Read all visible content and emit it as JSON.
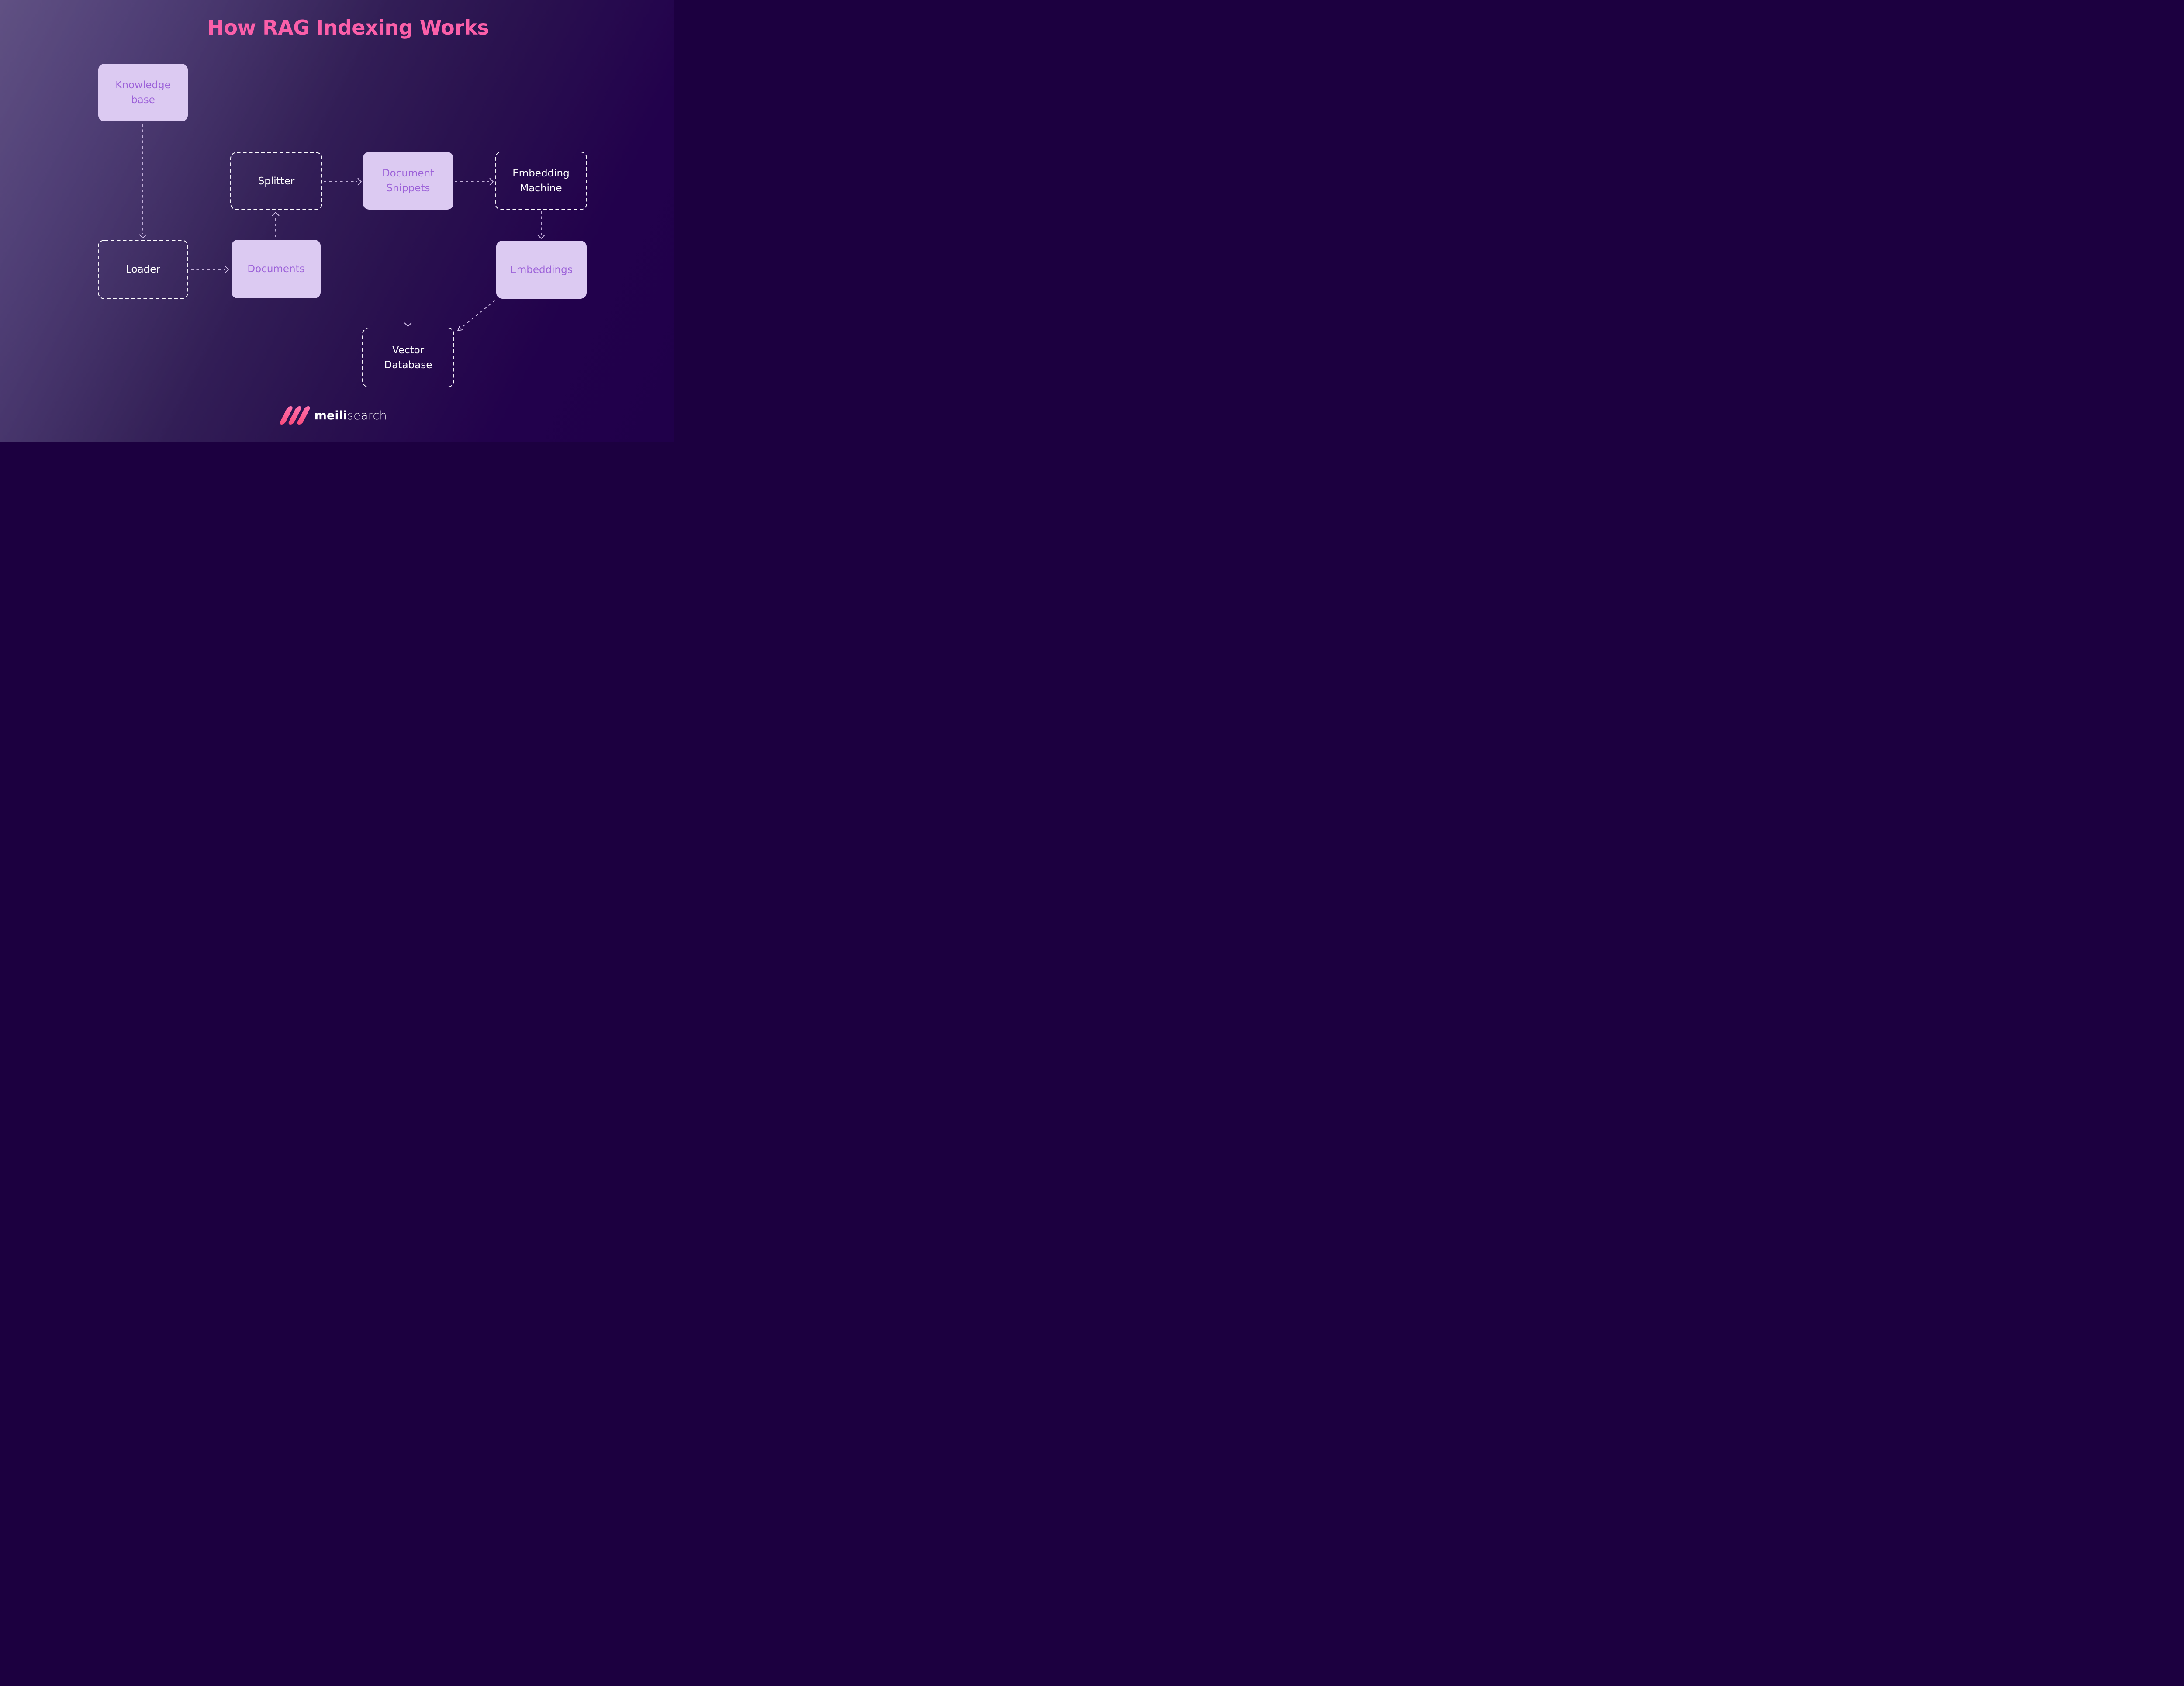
{
  "title": "How RAG Indexing Works",
  "nodes": [
    {
      "id": "knowledge-base",
      "label": "Knowledge base",
      "style": "solid-lavender"
    },
    {
      "id": "splitter",
      "label": "Splitter",
      "style": "dashed-outline"
    },
    {
      "id": "document-snippets",
      "label": "Document Snippets",
      "style": "solid-lavender"
    },
    {
      "id": "embedding-machine",
      "label": "Embedding Machine",
      "style": "dashed-outline"
    },
    {
      "id": "loader",
      "label": "Loader",
      "style": "dashed-outline"
    },
    {
      "id": "documents",
      "label": "Documents",
      "style": "solid-lavender"
    },
    {
      "id": "embeddings",
      "label": "Embeddings",
      "style": "solid-lavender"
    },
    {
      "id": "vector-database",
      "label": "Vector Database",
      "style": "dashed-outline"
    }
  ],
  "edges": [
    {
      "from": "knowledge-base",
      "to": "loader",
      "style": "dashed-arrow"
    },
    {
      "from": "loader",
      "to": "documents",
      "style": "dashed-arrow"
    },
    {
      "from": "documents",
      "to": "splitter",
      "style": "dashed-arrow"
    },
    {
      "from": "splitter",
      "to": "document-snippets",
      "style": "dashed-arrow"
    },
    {
      "from": "document-snippets",
      "to": "embedding-machine",
      "style": "dashed-arrow"
    },
    {
      "from": "embedding-machine",
      "to": "embeddings",
      "style": "dashed-arrow"
    },
    {
      "from": "document-snippets",
      "to": "vector-database",
      "style": "dashed-arrow"
    },
    {
      "from": "embeddings",
      "to": "vector-database",
      "style": "dashed-arrow-diagonal"
    }
  ],
  "logo": {
    "icon": "meilisearch-triple-stripe-icon",
    "text_bold": "meili",
    "text_regular": "search"
  },
  "theme": {
    "title_color": "#fb5fa9",
    "node_fill": "#dccaf2",
    "node_text_purple": "#9d63d9",
    "node_text_white": "#ffffff",
    "box_dash": "#fdfcff",
    "arrow": "#d9c7ee",
    "logo_pink_light": "#ff74b2",
    "logo_pink_deep": "#fa4b7c",
    "bg_light": "#4e3d75",
    "bg_mid": "#352259",
    "bg_dark": "#22014c"
  }
}
